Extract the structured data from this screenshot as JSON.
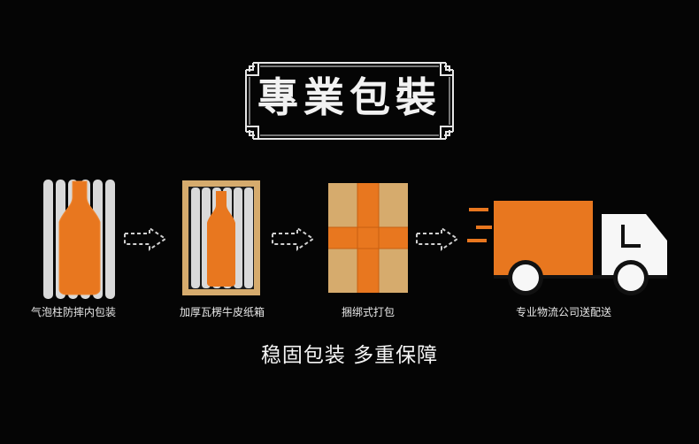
{
  "title": "專業包裝",
  "steps": [
    {
      "caption": "气泡柱防摔内包装"
    },
    {
      "caption": "加厚瓦楞牛皮纸箱"
    },
    {
      "caption": "捆绑式打包"
    },
    {
      "caption": "专业物流公司送配送"
    }
  ],
  "slogan": "稳固包装 多重保障",
  "colors": {
    "accent": "#e8771f",
    "kraft": "#d6ab6d",
    "bubble": "#d9d9d9",
    "background": "#050505"
  }
}
